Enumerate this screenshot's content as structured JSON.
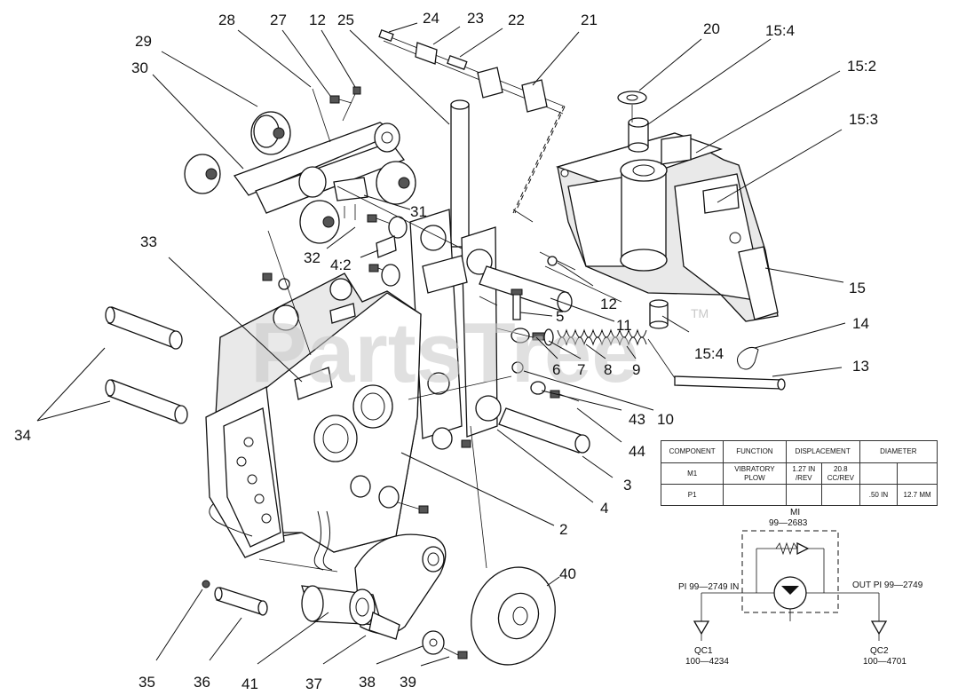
{
  "watermark": {
    "text": "PartsTree",
    "tm": "TM"
  },
  "callouts": [
    "29",
    "28",
    "27",
    "12",
    "25",
    "24",
    "23",
    "22",
    "21",
    "20",
    "15:4",
    "15:2",
    "15:3",
    "30",
    "31",
    "32",
    "4:2",
    "33",
    "5",
    "11",
    "12",
    "15",
    "14",
    "6",
    "7",
    "8",
    "9",
    "15:4",
    "13",
    "10",
    "34",
    "43",
    "44",
    "3",
    "4",
    "2",
    "40",
    "35",
    "36",
    "41",
    "37",
    "38",
    "39"
  ],
  "spec_table": {
    "headers": [
      "COMPONENT",
      "FUNCTION",
      "DISPLACEMENT",
      "DIAMETER"
    ],
    "rows": [
      {
        "component": "M1",
        "function": "VIBRATORY PLOW",
        "disp_a": "1.27 IN /REV",
        "disp_b": "20.8 CC/REV",
        "dia_a": "",
        "dia_b": ""
      },
      {
        "component": "P1",
        "function": "",
        "disp_a": "",
        "disp_b": "",
        "dia_a": ".50 IN",
        "dia_b": "12.7 MM"
      }
    ]
  },
  "schematic": {
    "motor_label": "MI",
    "motor_part": "99—2683",
    "in_label": "PI 99—2749 IN",
    "out_label": "OUT  PI 99—2749",
    "qc1_label": "QC1",
    "qc1_part": "100—4234",
    "qc2_label": "QC2",
    "qc2_part": "100—4701"
  }
}
